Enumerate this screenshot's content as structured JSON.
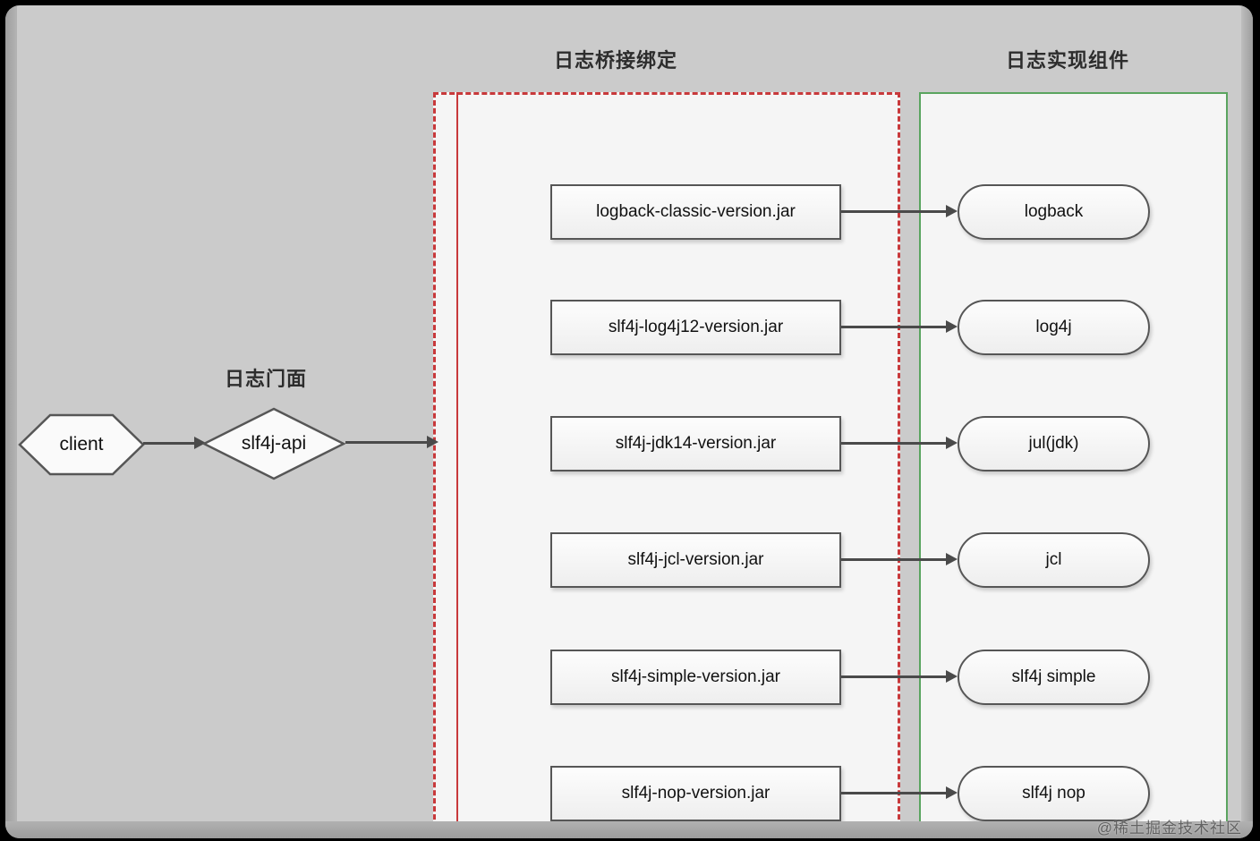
{
  "colors": {
    "panel": "#cbcbcb",
    "zonebg": "#f5f5f5",
    "red": "#c8393b",
    "green": "#5aa45f"
  },
  "headers": {
    "bridge_zone": "日志桥接绑定",
    "impl_zone": "日志实现组件",
    "facade": "日志门面"
  },
  "nodes": {
    "client": "client",
    "api": "slf4j-api"
  },
  "rows": [
    {
      "jar": "logback-classic-version.jar",
      "impl": "logback"
    },
    {
      "jar": "slf4j-log4j12-version.jar",
      "impl": "log4j"
    },
    {
      "jar": "slf4j-jdk14-version.jar",
      "impl": "jul(jdk)"
    },
    {
      "jar": "slf4j-jcl-version.jar",
      "impl": "jcl"
    },
    {
      "jar": "slf4j-simple-version.jar",
      "impl": "slf4j simple"
    },
    {
      "jar": "slf4j-nop-version.jar",
      "impl": "slf4j nop"
    }
  ],
  "watermark": "@稀土掘金技术社区"
}
